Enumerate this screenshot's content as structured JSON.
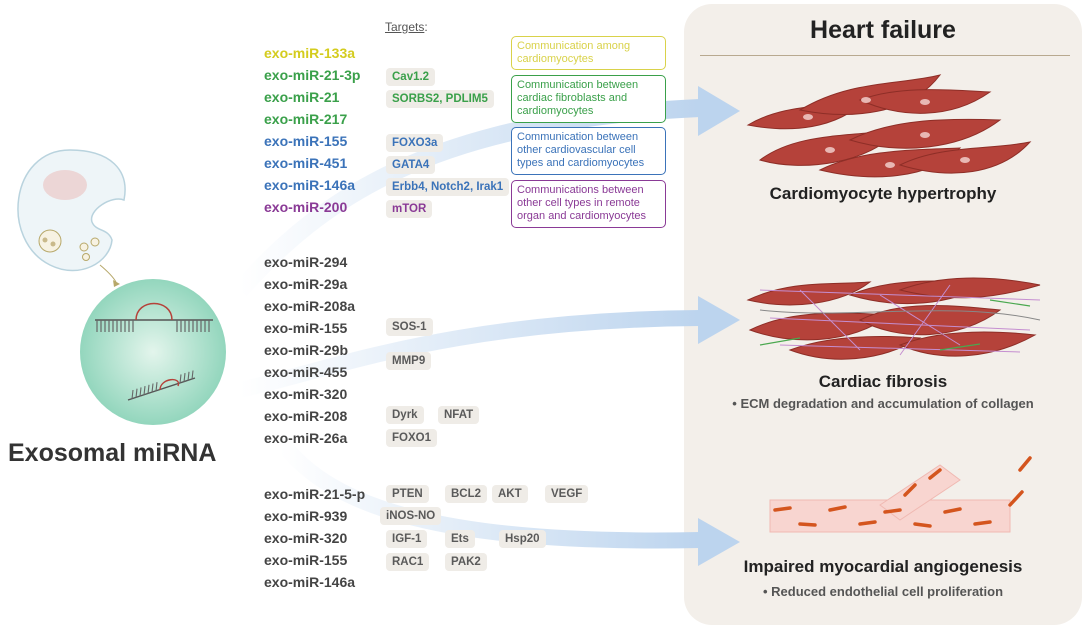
{
  "targets_header": "Targets",
  "targets_colon": ":",
  "left_label": "Exosomal miRNA",
  "heart_failure_title": "Heart failure",
  "group1": {
    "mirnas": [
      {
        "label": "exo-miR-133a",
        "color": "#d4cc1e"
      },
      {
        "label": "exo-miR-21-3p",
        "color": "#3aa04a"
      },
      {
        "label": "exo-miR-21",
        "color": "#3aa04a"
      },
      {
        "label": "exo-miR-217",
        "color": "#3aa04a"
      },
      {
        "label": "exo-miR-155",
        "color": "#3b73b9"
      },
      {
        "label": "exo-miR-451",
        "color": "#3b73b9"
      },
      {
        "label": "exo-miR-146a",
        "color": "#3b73b9"
      },
      {
        "label": "exo-miR-200",
        "color": "#8a3a96"
      }
    ],
    "targets": [
      "Cav1.2",
      "SORBS2, PDLIM5",
      "FOXO3a",
      "GATA4",
      "Erbb4, Notch2, Irak1",
      "mTOR"
    ],
    "communications": [
      {
        "text": "Communication among cardiomyocytes",
        "color": "#d9d24a"
      },
      {
        "text": "Communication between cardiac fibroblasts and cardiomyocytes",
        "color": "#3aa04a"
      },
      {
        "text": "Communication between other cardiovascular cell types and cardiomyocytes",
        "color": "#3b73b9"
      },
      {
        "text": "Communications between other cell types in remote organ and cardiomyocytes",
        "color": "#8a3a96"
      }
    ]
  },
  "group2": {
    "mirnas": [
      "exo-miR-294",
      "exo-miR-29a",
      "exo-miR-208a",
      "exo-miR-155",
      "exo-miR-29b",
      "exo-miR-455",
      "exo-miR-320",
      "exo-miR-208",
      "exo-miR-26a"
    ],
    "targets": [
      "SOS-1",
      "MMP9",
      "Dyrk",
      "NFAT",
      "FOXO1"
    ]
  },
  "group3": {
    "mirnas": [
      "exo-miR-21-5-p",
      "exo-miR-939",
      "exo-miR-320",
      "exo-miR-155",
      "exo-miR-146a"
    ],
    "targets": [
      "PTEN",
      "BCL2",
      "AKT",
      "VEGF",
      "iNOS-NO",
      "IGF-1",
      "Ets",
      "Hsp20",
      "RAC1",
      "PAK2"
    ]
  },
  "outcomes": [
    {
      "title": "Cardiomyocyte hypertrophy",
      "subtitle": ""
    },
    {
      "title": "Cardiac fibrosis",
      "subtitle": "• ECM degradation and accumulation of collagen"
    },
    {
      "title": "Impaired myocardial angiogenesis",
      "subtitle": "• Reduced endothelial cell proliferation"
    }
  ],
  "colors": {
    "panel": "#f3efea",
    "arrow": "#bcd4ee",
    "cell": "#b5423a",
    "exosome": "#9fd9c4",
    "vessel": "#f8d5d0"
  }
}
